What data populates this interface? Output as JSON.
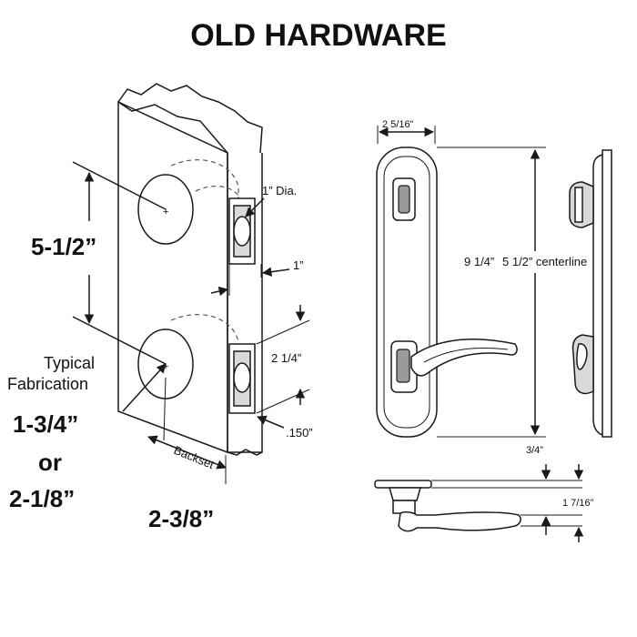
{
  "title": "OLD HARDWARE",
  "labels": {
    "hole_spacing": "5-1/2”",
    "typical_line1": "Typical",
    "typical_line2": "Fabrication",
    "door_thickness_a": "1-3/4”",
    "door_thickness_or": "or",
    "door_thickness_b": "2-1/8”",
    "backset_label": "Backset",
    "backset_value": "2-3/8”",
    "edge_hole_dia": "1” Dia.",
    "edge_hole_offset": "1”",
    "faceplate_height": "2 1/4”",
    "faceplate_depth": ".150”",
    "plate_width": "2 5/16”",
    "plate_height": "9 1/4”",
    "centerline": "5 1/2” centerline",
    "projection_base": "3/4”",
    "projection_lever": "1 7/16”"
  }
}
